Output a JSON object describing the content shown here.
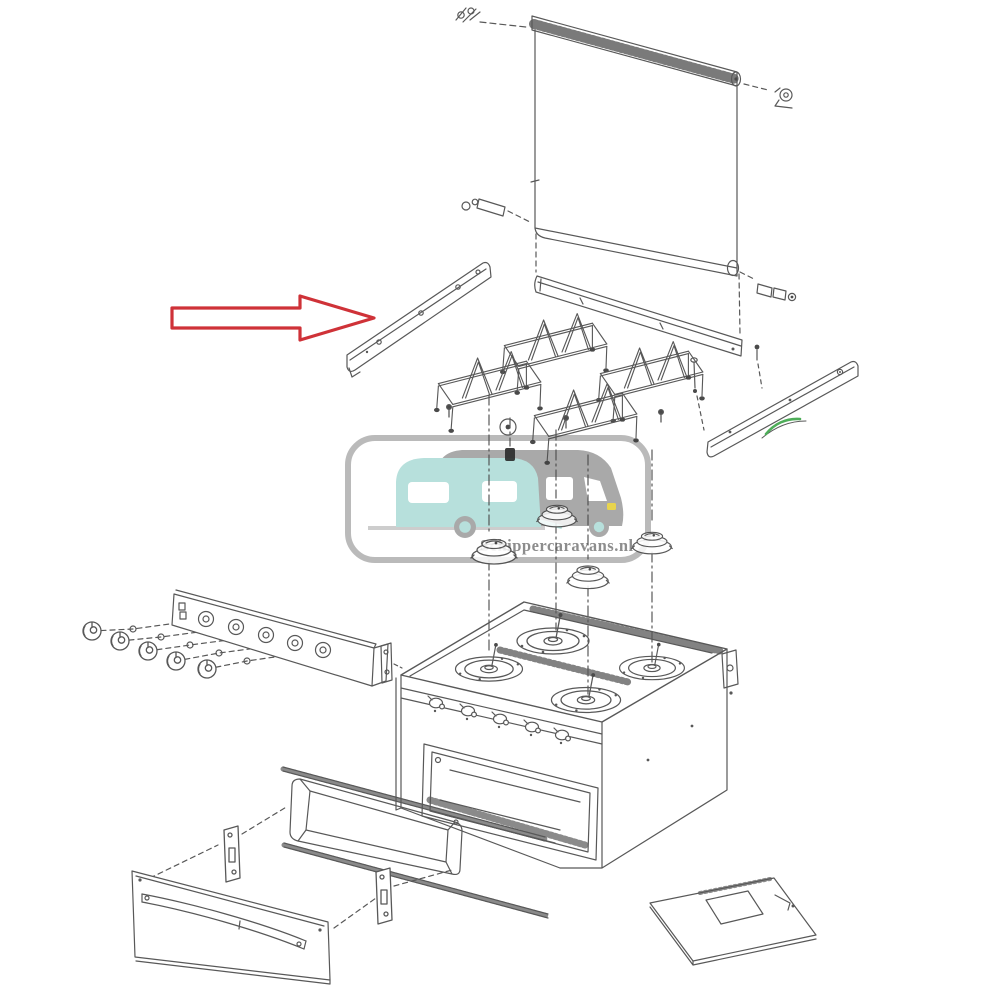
{
  "image": {
    "title": "Exploded parts diagram - caravan 4-burner cooker with grill and oven",
    "background_color": "#ffffff",
    "line_color": "#4a4a4a"
  },
  "watermark": {
    "text": "Schippercaravans.nl",
    "text_color": "#8d8d8d",
    "border_color": "#b6b6b6",
    "ground_color": "#cdcdcd",
    "caravan_color": "#b7e0dc",
    "motorhome_color": "#a9a9a9",
    "window_color": "#ffffff",
    "headlight_color": "#e8d44d",
    "wheel_rim_color": "#a9a9a9",
    "wheel_hub_color": "#b7e0dc"
  },
  "annotations": {
    "pointer_arrow": {
      "icon": "arrow-right-icon",
      "color": "#cb2027",
      "points_to": "left-trim-strip"
    },
    "highlight": {
      "icon": "curve-highlight-icon",
      "color": "#3fa64b",
      "on": "right-trim-strip"
    }
  },
  "parts": [
    {
      "id": "lid-hinge-bracket-left"
    },
    {
      "id": "lid-hinge-rod"
    },
    {
      "id": "glass-lid-panel"
    },
    {
      "id": "lid-hinge-bracket-right"
    },
    {
      "id": "left-trim-strip"
    },
    {
      "id": "middle-trim-strip"
    },
    {
      "id": "right-trim-strip"
    },
    {
      "id": "pan-support-grid-x4"
    },
    {
      "id": "burner-cap-x4"
    },
    {
      "id": "cooker-body-4-burner-hob"
    },
    {
      "id": "control-fascia-panel"
    },
    {
      "id": "control-knob-x5"
    },
    {
      "id": "oven-door-outer-panel"
    },
    {
      "id": "oven-door-inner-frame"
    },
    {
      "id": "door-hinge-x2"
    },
    {
      "id": "base-tray-panel"
    }
  ]
}
